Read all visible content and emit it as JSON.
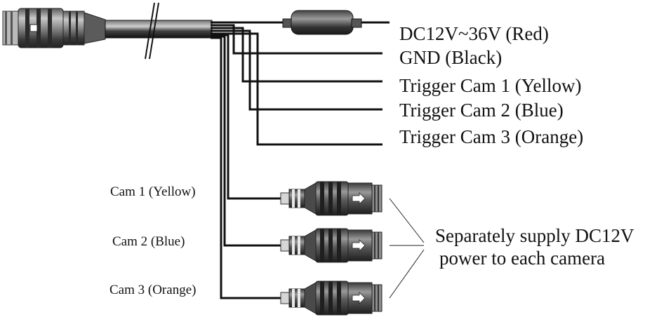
{
  "wires": {
    "power": "DC12V~36V (Red)",
    "ground": "GND (Black)",
    "trigger_1": "Trigger Cam 1  (Yellow)",
    "trigger_2": "Trigger Cam 2  (Blue)",
    "trigger_3": "Trigger Cam 3  (Orange)"
  },
  "cameras": {
    "cam_1": "Cam 1 (Yellow)",
    "cam_2": "Cam 2 (Blue)",
    "cam_3": "Cam 3 (Orange)"
  },
  "note": {
    "line_1": "Separately supply DC12V",
    "line_2": "power to each camera"
  },
  "colors": {
    "wire": "#111111",
    "connector_dark": "#2a2a2a",
    "connector_mid": "#6f6f6f",
    "connector_light": "#bdbdbd"
  }
}
